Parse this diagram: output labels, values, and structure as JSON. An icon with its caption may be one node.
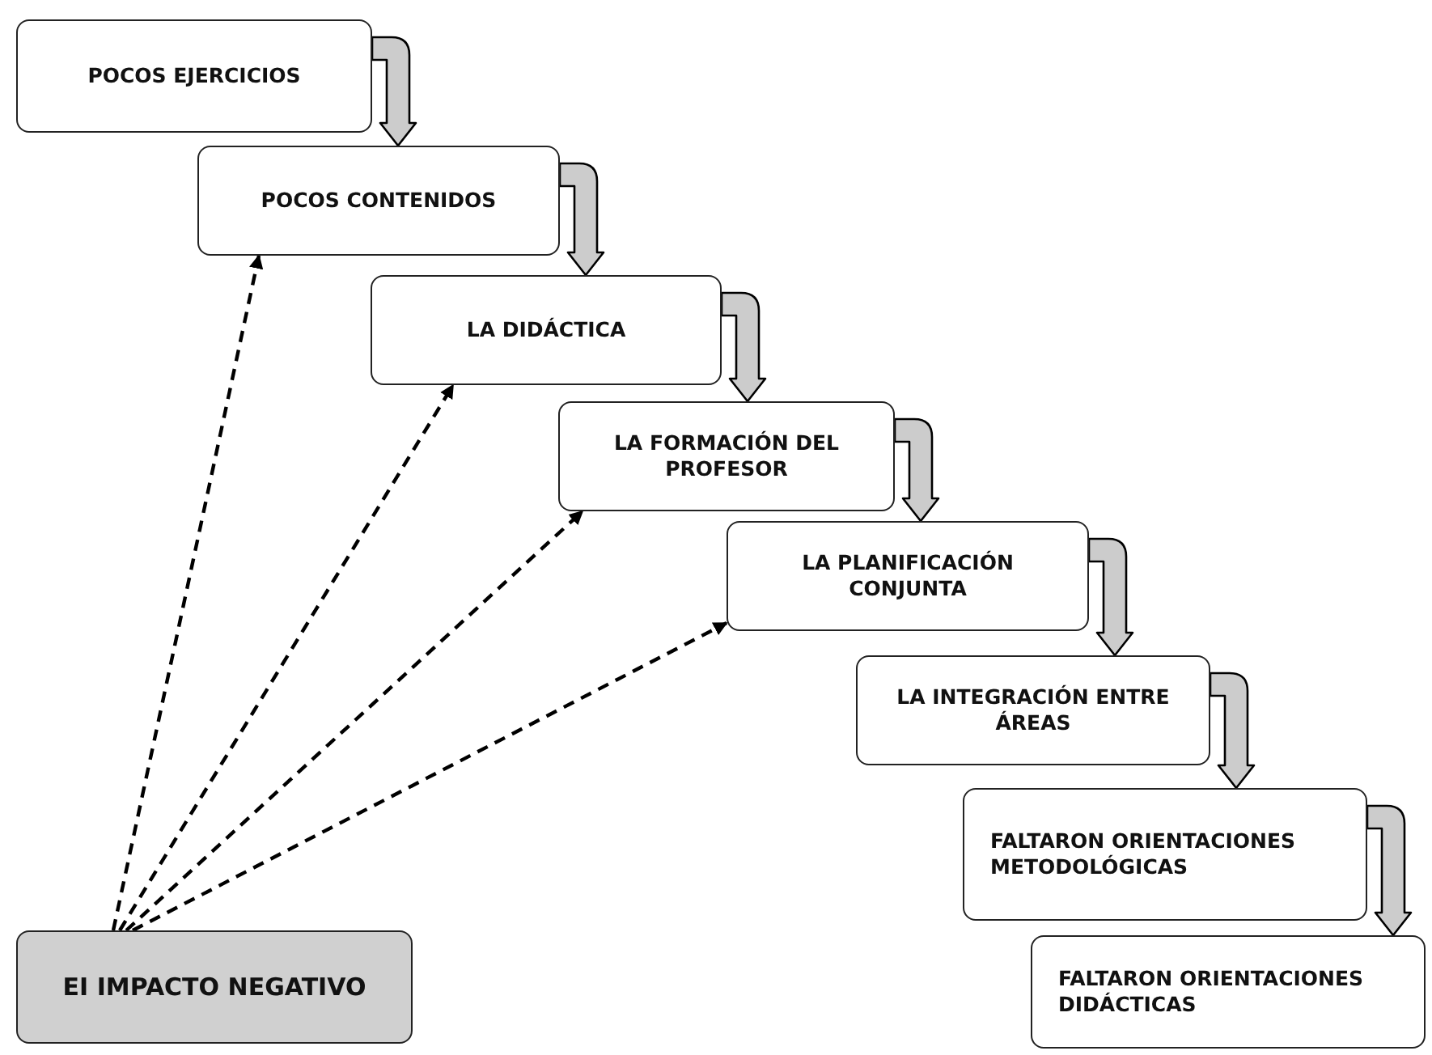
{
  "diagram": {
    "nodes": [
      {
        "text": [
          "POCOS EJERCICIOS"
        ]
      },
      {
        "text": [
          "POCOS CONTENIDOS"
        ]
      },
      {
        "text": [
          "LA DIDÁCTICA"
        ]
      },
      {
        "text": [
          "LA FORMACIÓN DEL PROFESOR"
        ]
      },
      {
        "text": [
          "LA PLANIFICACIÓN CONJUNTA"
        ]
      },
      {
        "text": [
          "LA INTEGRACIÓN ENTRE ÁREAS"
        ]
      },
      {
        "text": [
          "FALTARON ORIENTACIONES METODOLÓGICAS"
        ]
      },
      {
        "text": [
          "FALTARON ORIENTACIONES DIDÁCTICAS"
        ]
      },
      {
        "text": [
          "EI IMPACTO NEGATIVO"
        ]
      }
    ],
    "edges": [
      {
        "from": 0,
        "to": 1,
        "arrow": "to",
        "style": "thick"
      },
      {
        "from": 1,
        "to": 2,
        "arrow": "to",
        "style": "thick"
      },
      {
        "from": 2,
        "to": 3,
        "arrow": "to",
        "style": "thick"
      },
      {
        "from": 3,
        "to": 4,
        "arrow": "to",
        "style": "thick"
      },
      {
        "from": 4,
        "to": 5,
        "arrow": "to",
        "style": "thick"
      },
      {
        "from": 5,
        "to": 6,
        "arrow": "to",
        "style": "thick"
      },
      {
        "from": 6,
        "to": 7,
        "arrow": "to",
        "style": "thick"
      },
      {
        "from": 8,
        "to": 1,
        "arrow": "to",
        "style": "dashed"
      },
      {
        "from": 8,
        "to": 2,
        "arrow": "to",
        "style": "dashed"
      },
      {
        "from": 8,
        "to": 3,
        "arrow": "to",
        "style": "dashed"
      },
      {
        "from": 8,
        "to": 4,
        "arrow": "to",
        "style": "dashed"
      }
    ]
  }
}
